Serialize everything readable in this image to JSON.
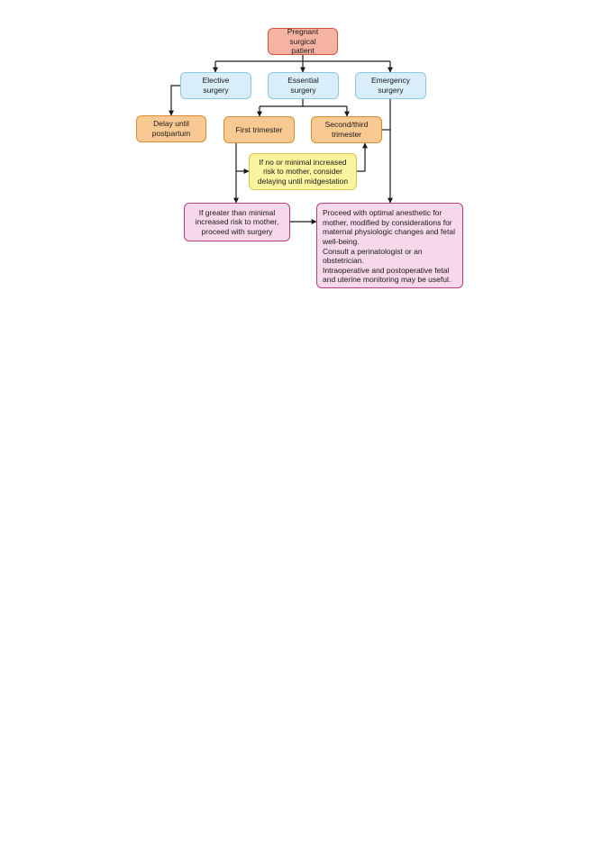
{
  "nodes": {
    "pregnant_surgical_patient": "Pregnant surgical\npatient",
    "elective_surgery": "Elective\nsurgery",
    "essential_surgery": "Essential\nsurgery",
    "emergency_surgery": "Emergency\nsurgery",
    "delay_until_postpartum": "Delay until\npostpartum",
    "first_trimester": "First trimester",
    "second_third_trimester": "Second/third\ntrimester",
    "minimal_risk_delay": "If no or minimal increased\nrisk to mother, consider\ndelaying until midgestation",
    "greater_risk_proceed": "If greater than minimal\nincreased risk to mother,\nproceed with surgery",
    "proceed_optimal_anesthetic": "Proceed with optimal anesthetic for\nmother, modified by considerations for\nmaternal physiologic changes and fetal\nwell-being.\nConsult a perinatologist or an\nobstetrician.\nIntraoperative and postoperative fetal\nand uterine monitoring may be useful."
  },
  "colors": {
    "red_fill": "#f7b3a2",
    "blue_fill": "#d9eef9",
    "orange_fill": "#f9c993",
    "yellow_fill": "#fbf49f",
    "pink_fill": "#f7d7ea",
    "line": "#1a1a1a"
  }
}
